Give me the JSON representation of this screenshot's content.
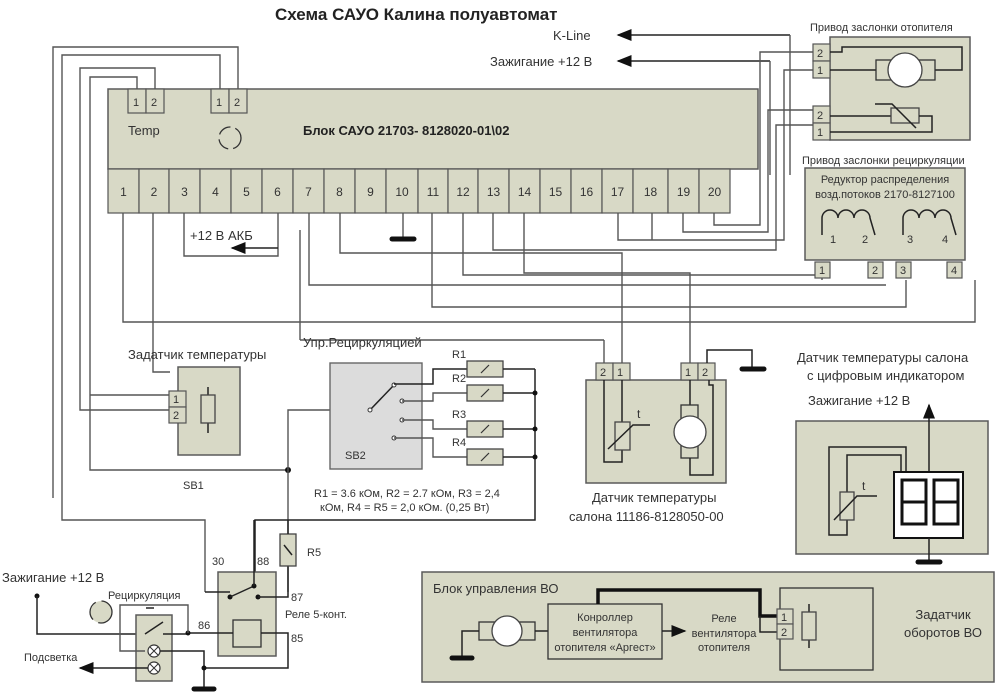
{
  "title": "Схема САУО Калина полуавтомат",
  "signals": {
    "k_line": "K-Line",
    "ignition_top": "Зажигание +12 В",
    "akb": "+12 В АКБ",
    "ignition_left": "Зажигание +12 В",
    "ignition_display": "Зажигание +12 В",
    "backlight": "Подсветка"
  },
  "main_unit": {
    "label": "Блок САУО 21703- 8128020-01\\02",
    "temp_label": "Temp",
    "temp_connector": [
      "1",
      "2"
    ],
    "aux_connector": [
      "1",
      "2"
    ],
    "pins": [
      "1",
      "2",
      "3",
      "4",
      "5",
      "6",
      "7",
      "8",
      "9",
      "10",
      "11",
      "12",
      "13",
      "14",
      "15",
      "16",
      "17",
      "18",
      "19",
      "20"
    ]
  },
  "heater_damper": {
    "title": "Привод заслонки отопителя",
    "motor_pins": [
      "2",
      "1"
    ],
    "sensor_pins": [
      "2",
      "1"
    ]
  },
  "recirc_damper": {
    "title": "Привод заслонки рециркуляции",
    "label_line1": "Редуктор распределения",
    "label_line2": "возд.потоков 2170-8127100",
    "coil_labels": [
      "1",
      "2",
      "3",
      "4"
    ],
    "pins": [
      "1",
      "2",
      "3",
      "4"
    ]
  },
  "temp_setter": {
    "title": "Задатчик температуры",
    "pins": [
      "1",
      "2"
    ],
    "switch_label": "SB1"
  },
  "recirc_control": {
    "title": "Упр.Рециркуляцией",
    "switch_label": "SB2",
    "resistors": [
      "R1",
      "R2",
      "R3",
      "R4"
    ],
    "note_line1": "R1 = 3.6 кОм, R2 = 2.7 кОм, R3 = 2,4",
    "note_line2": "кОм, R4 = R5 = 2,0 кОм. (0,25 Вт)"
  },
  "cabin_sensor": {
    "pins_left": [
      "2",
      "1"
    ],
    "pins_right": [
      "1",
      "2"
    ],
    "thermistor_label": "t",
    "caption_line1": "Датчик температуры",
    "caption_line2": "салона 11186-8128050-00"
  },
  "digital_sensor": {
    "title_line1": "Датчик температуры салона",
    "title_line2": "с цифровым индикатором",
    "thermistor_label": "t",
    "display_value": "88"
  },
  "relay": {
    "pins": [
      "30",
      "88",
      "87",
      "86",
      "85"
    ],
    "label": "Реле 5-конт.",
    "resistor": "R5"
  },
  "recirc_button": {
    "label": "Рециркуляция"
  },
  "fan_unit": {
    "title": "Блок управления ВО",
    "controller_line1": "Конроллер",
    "controller_line2": "вентилятора",
    "controller_line3": "отопителя «Аргест»",
    "relay_line1": "Реле",
    "relay_line2": "вентилятора",
    "relay_line3": "отопителя",
    "setter_pins": [
      "1",
      "2"
    ],
    "setter_line1": "Задатчик",
    "setter_line2": "оборотов ВО"
  }
}
